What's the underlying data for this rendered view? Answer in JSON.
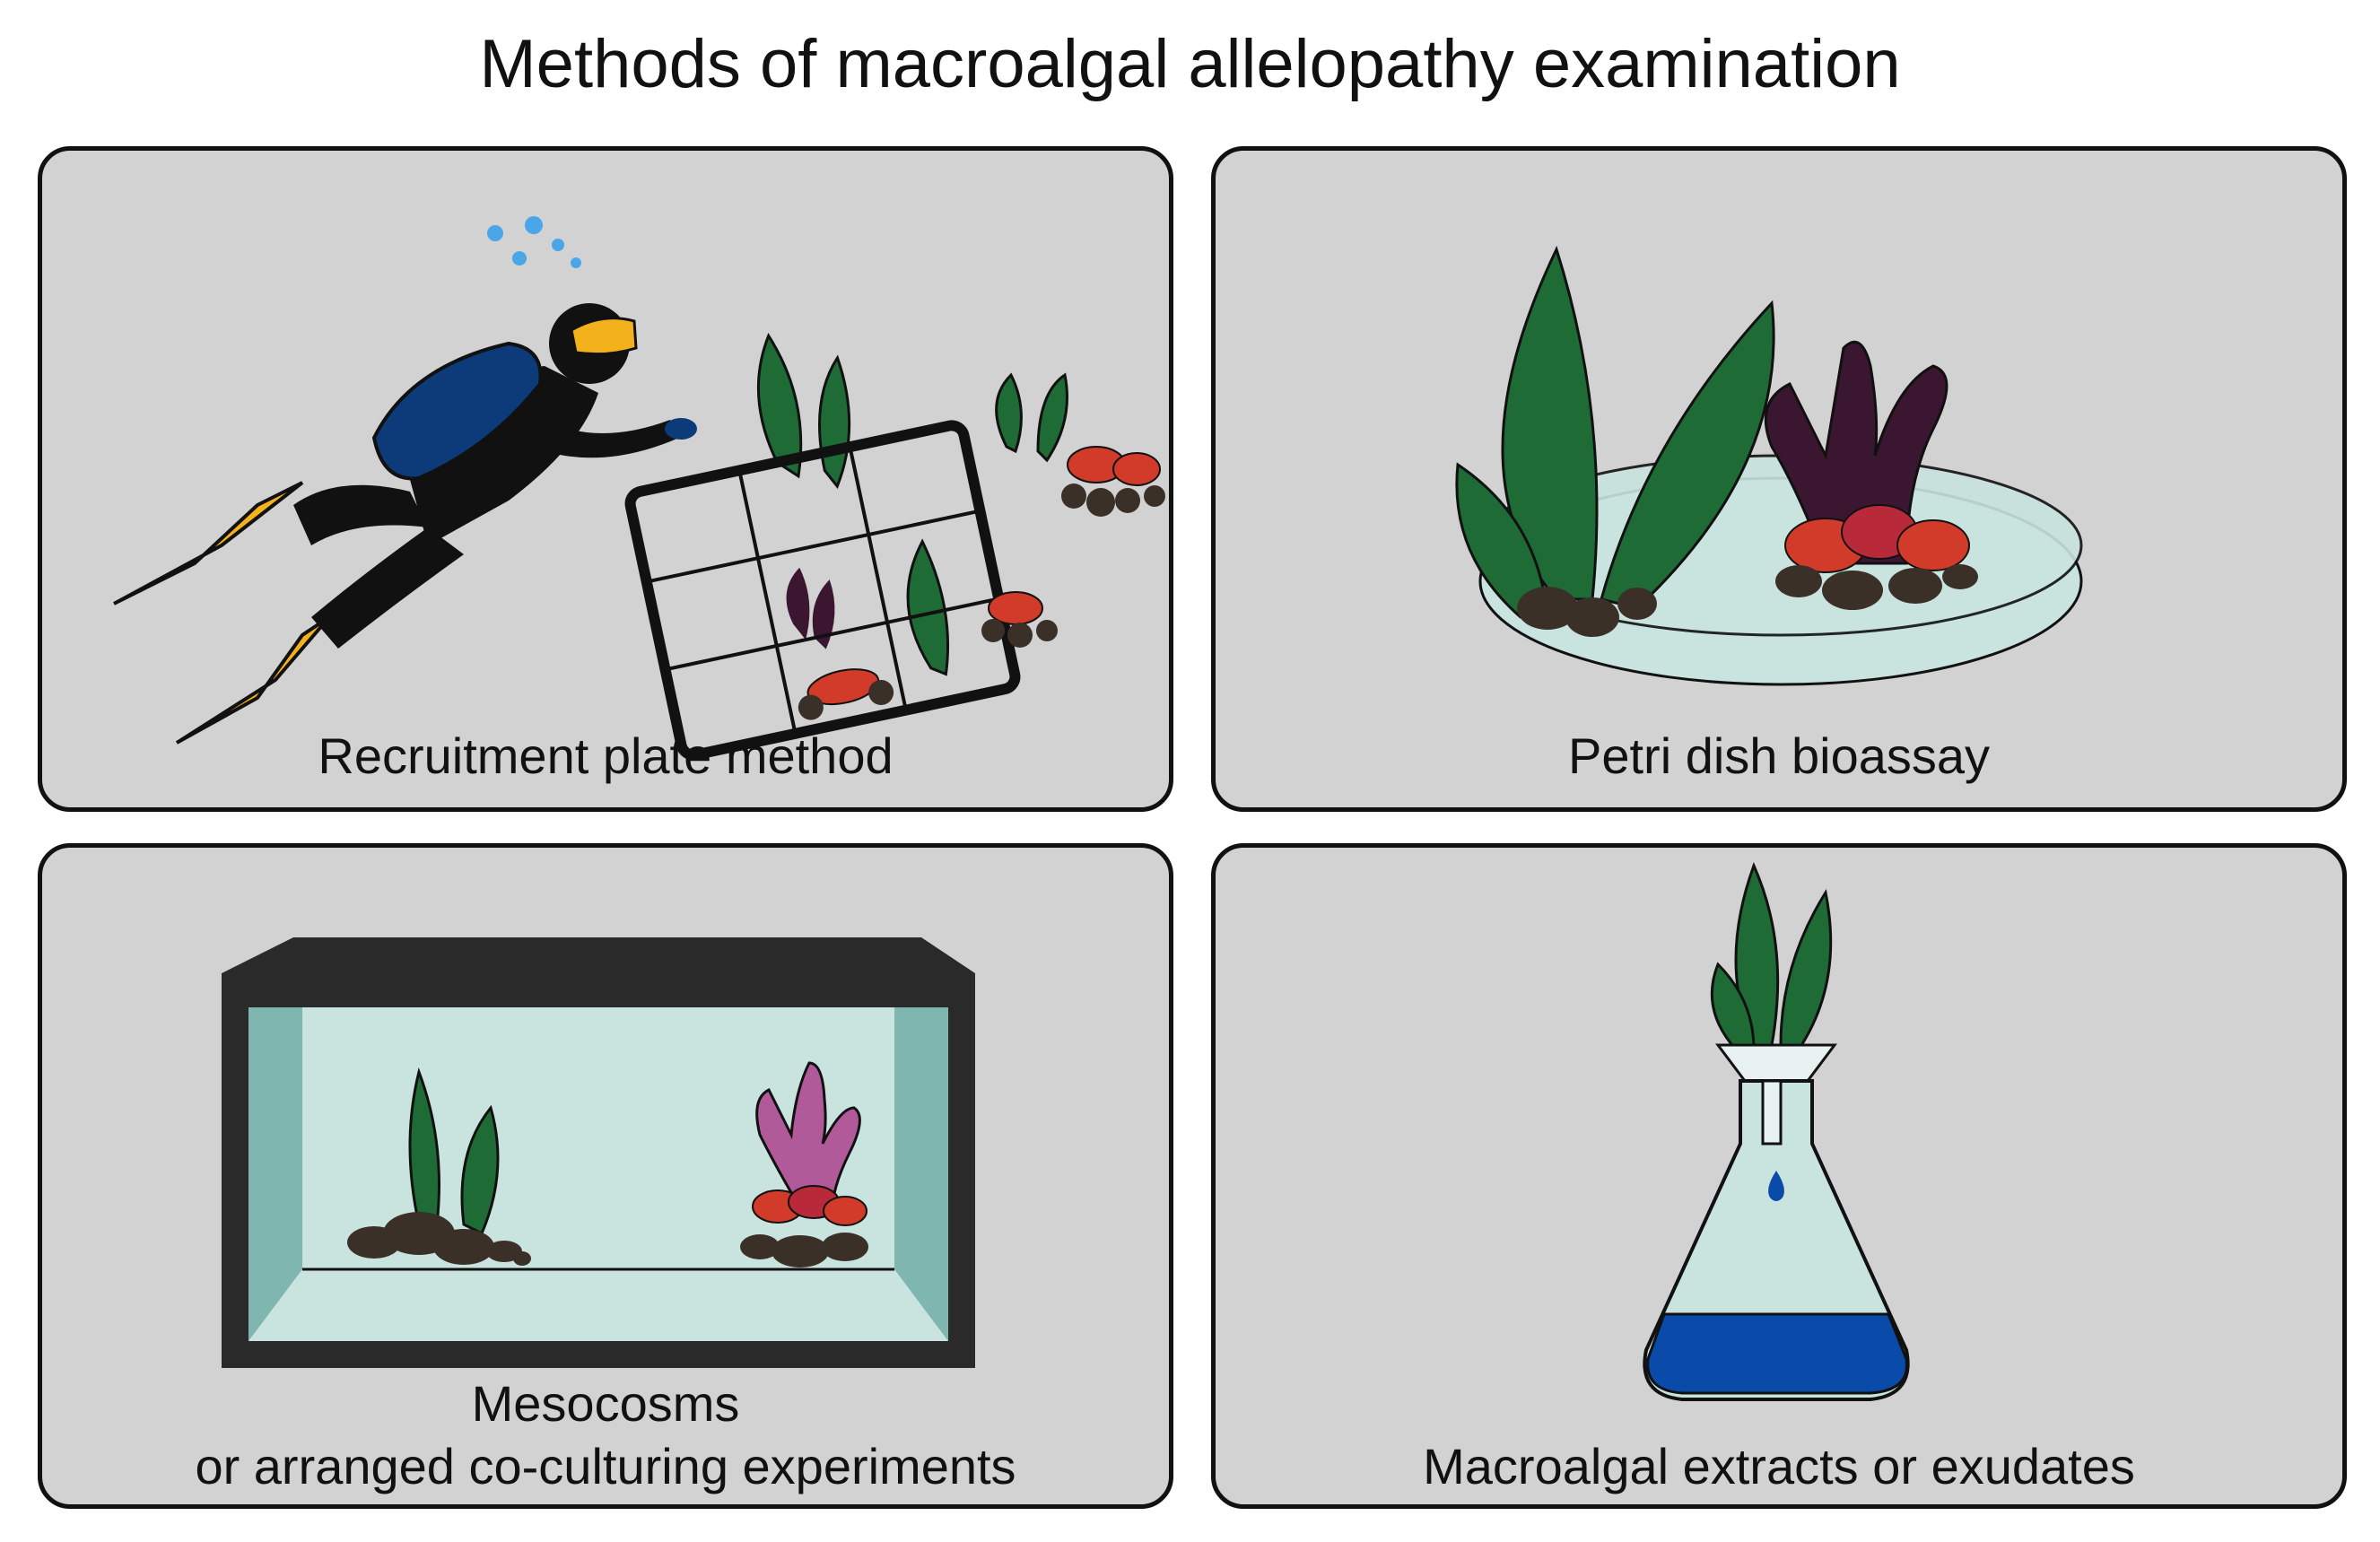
{
  "title": "Methods of macroalgal allelopathy examination",
  "panels": [
    {
      "caption": "Recruitment plate method"
    },
    {
      "caption": "Petri dish bioassay"
    },
    {
      "caption_line1": "Mesocosms",
      "caption_line2": "or arranged co-culturing experiments"
    },
    {
      "caption": "Macroalgal extracts or exudates"
    }
  ],
  "colors": {
    "panel_bg": "#d2d2d2",
    "algae_green": "#1e6b35",
    "coral_red": "#d23a2a",
    "coral_dark": "#3a1630",
    "coral_pink": "#b05a9a",
    "rock_brown": "#3b3028",
    "diver_blue": "#0d3b7a",
    "fin_yellow": "#f3b11c",
    "water_light": "#c9e3df",
    "flask_blue": "#0a4aa8"
  }
}
